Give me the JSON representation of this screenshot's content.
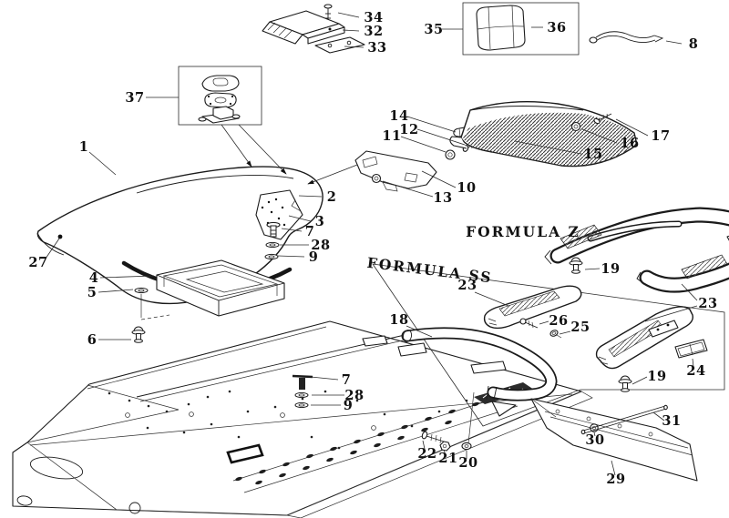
{
  "page": {
    "background": "#ffffff",
    "line_color": "#1b1b1b",
    "accent_dark": "#222222"
  },
  "variant_labels": {
    "formula_z": "FORMULA Z",
    "formula_ss": "FORMULA SS"
  },
  "callouts": {
    "c1": "1",
    "c27": "27",
    "c2": "2",
    "c3": "3",
    "c7_seat": "7",
    "c28_seat": "28",
    "c9_seat": "9",
    "c4": "4",
    "c5": "5",
    "c6": "6",
    "c37": "37",
    "c34": "34",
    "c32": "32",
    "c33": "33",
    "c35": "35",
    "c36": "36",
    "c8": "8",
    "c14": "14",
    "c12": "12",
    "c11": "11",
    "c13": "13",
    "c10": "10",
    "c15": "15",
    "c16": "16",
    "c17": "17",
    "c19_z": "19",
    "c23_right": "23",
    "c23_ss": "23",
    "c26": "26",
    "c25": "25",
    "c18": "18",
    "c19_ss": "19",
    "c24": "24",
    "c7_tunnel": "7",
    "c28_tunnel": "28",
    "c9_tunnel": "9",
    "c22": "22",
    "c21": "21",
    "c20": "20",
    "c31": "31",
    "c30": "30",
    "c29": "29"
  }
}
